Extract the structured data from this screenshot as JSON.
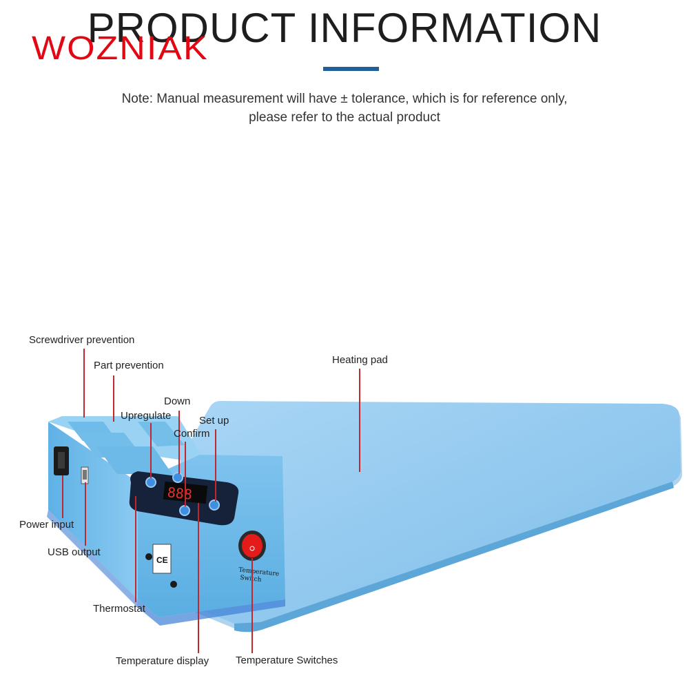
{
  "header": {
    "title": "PRODUCT INFORMATION",
    "brand": "WOZNIAK",
    "note_line1": "Note: Manual measurement will have ± tolerance, which is for reference only,",
    "note_line2": "please refer to the actual product"
  },
  "callouts": {
    "screwdriver_prevention": "Screwdriver prevention",
    "part_prevention": "Part prevention",
    "heating_pad": "Heating pad",
    "down": "Down",
    "upregulate": "Upregulate",
    "set_up": "Set up",
    "confirm": "Confirm",
    "power_input": "Power input",
    "usb_output": "USB output",
    "thermostat": "Thermostat",
    "temperature_display": "Temperature display",
    "temperature_switches": "Temperature Switches"
  },
  "device_text": {
    "ce_mark": "CE",
    "switch_label_line1": "Temperature",
    "switch_label_line2": "Switch"
  },
  "colors": {
    "brand_red": "#e30613",
    "accent_blue": "#1f5f9a",
    "pad_blue": "#8fc7ee",
    "callout_line": "#c1272d"
  }
}
